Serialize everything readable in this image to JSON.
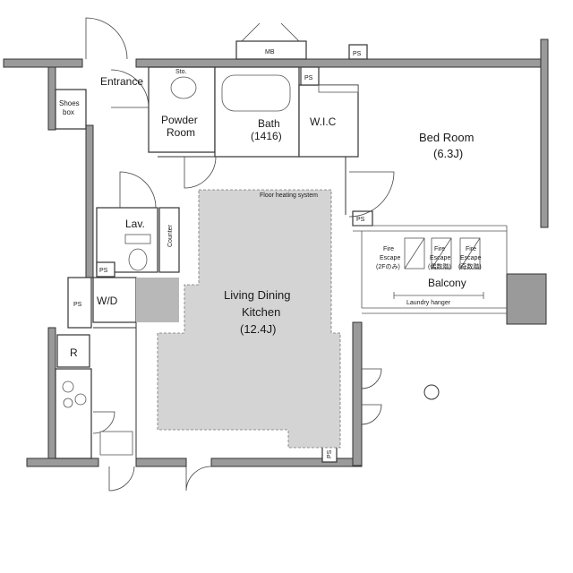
{
  "rooms": {
    "entrance": "Entrance",
    "shoes_box_1": "Shoes",
    "shoes_box_2": "box",
    "storage": "Sto.",
    "powder_1": "Powder",
    "powder_2": "Room",
    "bath_1": "Bath",
    "bath_2": "(1416)",
    "wic": "W.I.C",
    "bed_1": "Bed Room",
    "bed_2": "(6.3J)",
    "floor_heating": "Floor heating system",
    "lav": "Lav.",
    "counter": "Counter",
    "wd": "W/D",
    "ldk_1": "Living Dining",
    "ldk_2": "Kitchen",
    "ldk_3": "(12.4J)",
    "balcony": "Balcony",
    "laundry_hanger": "Laundry hanger",
    "refrigerator": "R",
    "mb": "MB"
  },
  "fire_escapes": [
    {
      "l1": "Fire",
      "l2": "Escape",
      "l3": "(2Fのみ)"
    },
    {
      "l1": "Fire",
      "l2": "Escape",
      "l3": "(偶数階)"
    },
    {
      "l1": "Fire",
      "l2": "Escape",
      "l3": "(奇数階)"
    }
  ],
  "pipe_spaces": [
    "PS",
    "PS",
    "PS",
    "PS",
    "PS",
    "PS"
  ],
  "colors": {
    "wall": "#9a9a9a",
    "floor_heating": "#d4d4d4",
    "line": "#333333"
  }
}
